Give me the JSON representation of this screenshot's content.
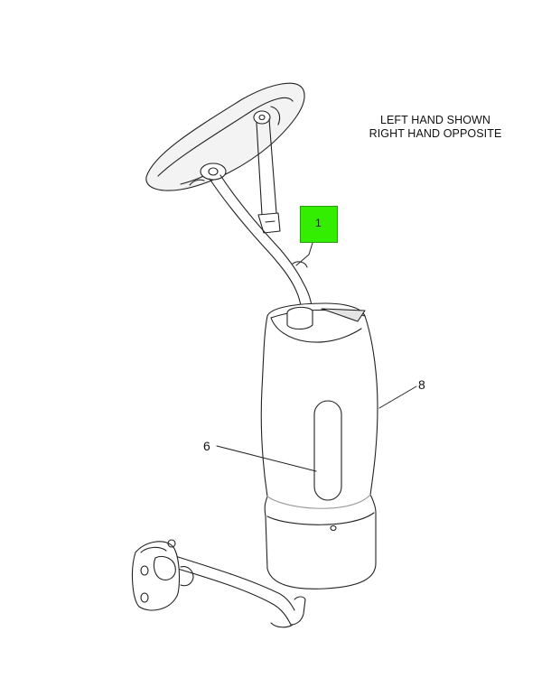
{
  "note": {
    "line1": "LEFT HAND SHOWN",
    "line2": "RIGHT HAND OPPOSITE"
  },
  "callouts": {
    "highlighted": "1",
    "housing": "8",
    "convex_mirror": "6"
  },
  "colors": {
    "highlight": "#33ee00",
    "line": "#222222",
    "shade": "#e4e4e4"
  }
}
